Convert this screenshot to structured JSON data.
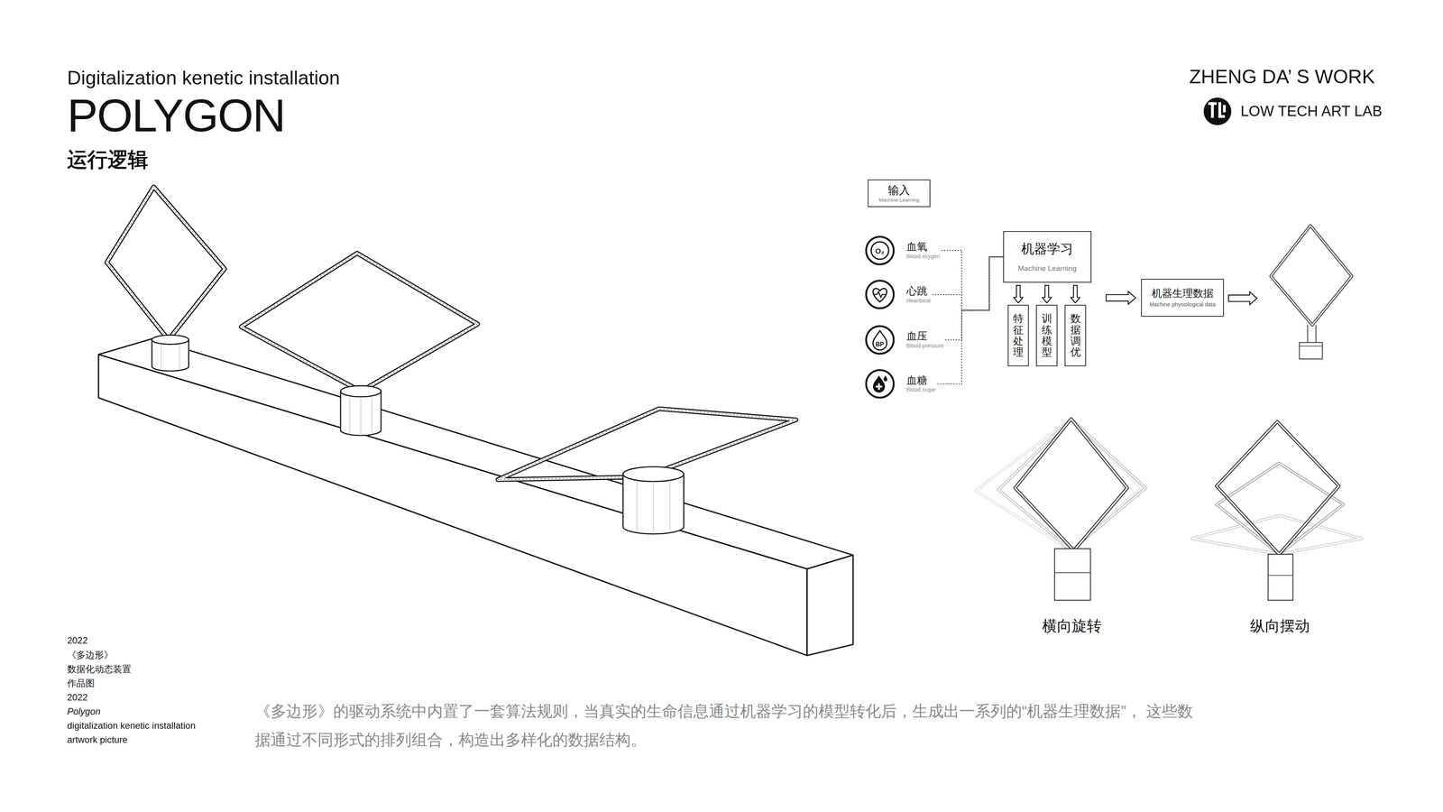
{
  "diagram": {
    "title": "POLYGON",
    "caption": "《多边形》的驱动系统中内置了一套算法规则，当真实的生命信息通过机器学习的模型转化后，生成出一系列的“机器生理数据”， 这些数据通过不同形式的排列组合，构造出多样化的数据结构。",
    "nodes": [
      {
        "text": [
          "输入",
          "Machine Learning"
        ]
      },
      {
        "text": [
          "血氧",
          "Blood oxygen"
        ]
      },
      {
        "text": [
          "心跳",
          "Heartbeat"
        ]
      },
      {
        "text": [
          "血压",
          "Blood pressure"
        ]
      },
      {
        "text": [
          "血糖",
          "Blood sugar"
        ]
      },
      {
        "text": [
          "机器学习",
          "Machine Learning"
        ]
      },
      {
        "text": [
          "特征处理"
        ]
      },
      {
        "text": [
          "训练模型"
        ]
      },
      {
        "text": [
          "数据调优"
        ]
      },
      {
        "text": [
          "机器生理数据",
          "Machine physiological data"
        ]
      }
    ],
    "edges": [
      {
        "from": 1,
        "to": 5,
        "arrow": "none"
      },
      {
        "from": 2,
        "to": 5,
        "arrow": "none"
      },
      {
        "from": 3,
        "to": 5,
        "arrow": "none"
      },
      {
        "from": 4,
        "to": 5,
        "arrow": "none"
      },
      {
        "from": 5,
        "to": 6,
        "arrow": "to"
      },
      {
        "from": 5,
        "to": 7,
        "arrow": "to"
      },
      {
        "from": 5,
        "to": 8,
        "arrow": "to"
      },
      {
        "from": 8,
        "to": 9,
        "arrow": "to"
      }
    ],
    "labels": [
      "Digitalization kenetic installation",
      "运行逻辑",
      "ZHENG DA’ S WORK",
      "LOW TECH ART LAB",
      "O₂",
      "BP",
      "横向旋转",
      "纵向摆动",
      "2022",
      "《多边形》",
      "数据化动态装置",
      "作品图",
      "2022",
      "Polygon",
      "digitalization kenetic installation",
      "artwork picture"
    ]
  }
}
